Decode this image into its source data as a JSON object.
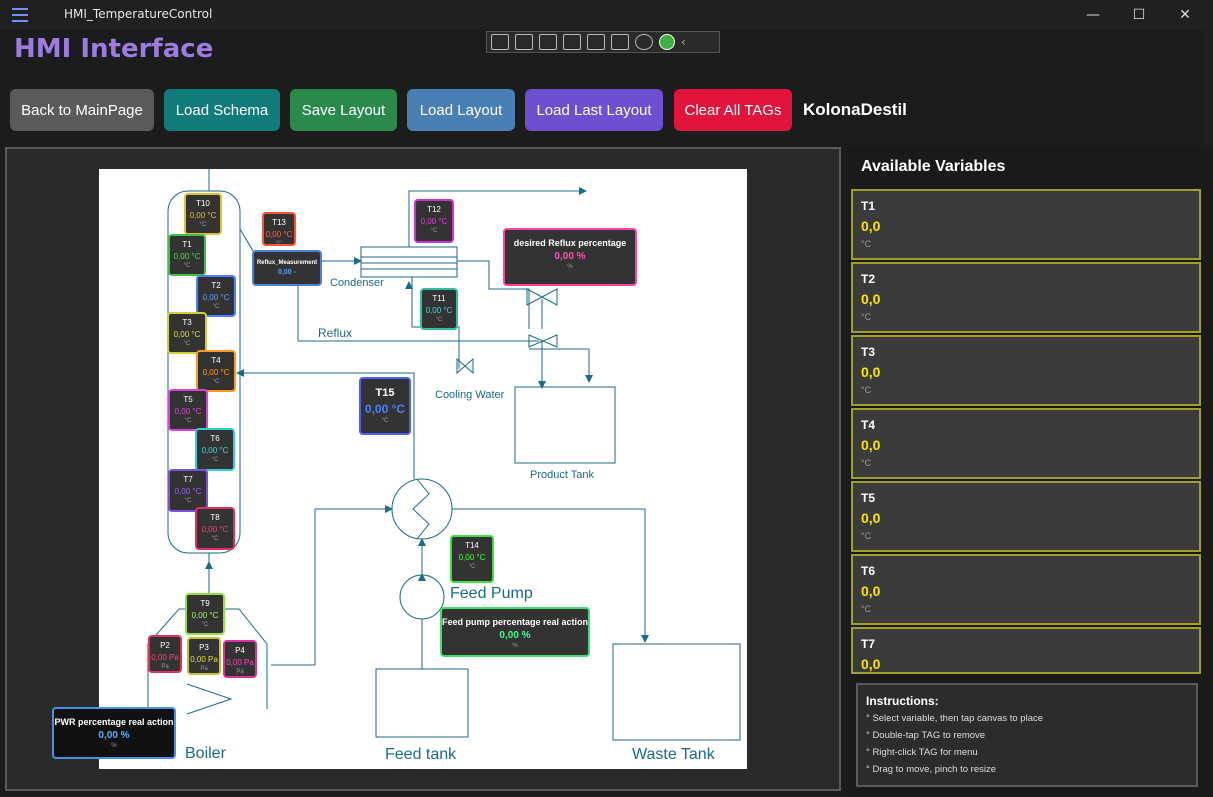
{
  "window": {
    "title": "HMI_TemperatureControl",
    "min": "—",
    "max": "☐",
    "close": "✕"
  },
  "app": {
    "title": "HMI Interface",
    "page_label": "KolonaDestil"
  },
  "toolbar": [
    {
      "label": "Back to MainPage",
      "color": "#5a5a5a"
    },
    {
      "label": "Load Schema",
      "color": "#117a7a"
    },
    {
      "label": "Save Layout",
      "color": "#2a8a4e"
    },
    {
      "label": "Load Layout",
      "color": "#4a7fb5"
    },
    {
      "label": "Load Last Layout",
      "color": "#6d4fd0"
    },
    {
      "label": "Clear All TAGs",
      "color": "#e0143c"
    }
  ],
  "schema": {
    "labels": {
      "condenser": "Condenser",
      "reflux": "Reflux",
      "cooling_water": "Cooling Water",
      "product_tank": "Product Tank",
      "feed_pump": "Feed Pump",
      "boiler": "Boiler",
      "feed_tank": "Feed tank",
      "waste_tank": "Waste Tank"
    },
    "tags": [
      {
        "name": "T10",
        "value": "0,00 °C",
        "unit": "°C",
        "color": "#e0c030",
        "border": "#e0c030"
      },
      {
        "name": "T1",
        "value": "0,00 °C",
        "unit": "°C",
        "color": "#40e040",
        "border": "#40c040"
      },
      {
        "name": "T2",
        "value": "0,00 °C",
        "unit": "°C",
        "color": "#5aa0ff",
        "border": "#4a80ff"
      },
      {
        "name": "T3",
        "value": "0,00 °C",
        "unit": "°C",
        "color": "#e0e030",
        "border": "#d0d030"
      },
      {
        "name": "T4",
        "value": "0,00 °C",
        "unit": "°C",
        "color": "#ff9a20",
        "border": "#ff9a20"
      },
      {
        "name": "T5",
        "value": "0,00 °C",
        "unit": "°C",
        "color": "#e040e0",
        "border": "#e040e0"
      },
      {
        "name": "T6",
        "value": "0,00 °C",
        "unit": "°C",
        "color": "#30e0e0",
        "border": "#30d0d0"
      },
      {
        "name": "T7",
        "value": "0,00 °C",
        "unit": "°C",
        "color": "#9a60ff",
        "border": "#8050e0"
      },
      {
        "name": "T8",
        "value": "0,00 °C",
        "unit": "°C",
        "color": "#ff4070",
        "border": "#e03060"
      },
      {
        "name": "T13",
        "value": "0,00 °C",
        "unit": "°C",
        "color": "#ff6040",
        "border": "#ff5030"
      },
      {
        "name": "Reflux_Measurement",
        "value": "0,00 -",
        "unit": "",
        "color": "#5aa0ff",
        "border": "#4a80e0"
      },
      {
        "name": "T12",
        "value": "0,00 °C",
        "unit": "°C",
        "color": "#e040e0",
        "border": "#d030d0"
      },
      {
        "name": "desired Reflux percentage",
        "value": "0,00 %",
        "unit": "%",
        "color": "#ff50b0",
        "border": "#ff40a0"
      },
      {
        "name": "T11",
        "value": "0,00 °C",
        "unit": "°C",
        "color": "#30e0e0",
        "border": "#30c0a0"
      },
      {
        "name": "T15",
        "value": "0,00 °C",
        "unit": "°C",
        "color": "#4a80ff",
        "border": "#4a60ff"
      },
      {
        "name": "T14",
        "value": "0,00 °C",
        "unit": "°C",
        "color": "#40ff40",
        "border": "#40e040"
      },
      {
        "name": "Feed pump percentage real action",
        "value": "0,00 %",
        "unit": "%",
        "color": "#40ff90",
        "border": "#40e070"
      },
      {
        "name": "T9",
        "value": "0,00 °C",
        "unit": "°C",
        "color": "#a0ff40",
        "border": "#90e040"
      },
      {
        "name": "P2",
        "value": "0,00 Pa",
        "unit": "Pa",
        "color": "#ff4070",
        "border": "#e03060"
      },
      {
        "name": "P3",
        "value": "0,00 Pa",
        "unit": "Pa",
        "color": "#e0e030",
        "border": "#c0c030"
      },
      {
        "name": "P4",
        "value": "0,00 Pa",
        "unit": "Pa",
        "color": "#ff40c0",
        "border": "#e030a0"
      },
      {
        "name": "PWR percentage real action",
        "value": "0,00 %",
        "unit": "%",
        "color": "#5ab0ff",
        "border": "#4a90e0"
      }
    ]
  },
  "sidebar": {
    "title": "Available Variables",
    "variables": [
      {
        "name": "T1",
        "value": "0,0",
        "unit": "°C"
      },
      {
        "name": "T2",
        "value": "0,0",
        "unit": "°C"
      },
      {
        "name": "T3",
        "value": "0,0",
        "unit": "°C"
      },
      {
        "name": "T4",
        "value": "0,0",
        "unit": "°C"
      },
      {
        "name": "T5",
        "value": "0,0",
        "unit": "°C"
      },
      {
        "name": "T6",
        "value": "0,0",
        "unit": "°C"
      },
      {
        "name": "T7",
        "value": "0,0",
        "unit": ""
      }
    ],
    "instructions": {
      "title": "Instructions:",
      "items": [
        "° Select variable, then tap canvas to place",
        "° Double-tap TAG to remove",
        "° Right-click TAG for menu",
        "° Drag to move, pinch to resize"
      ]
    }
  }
}
